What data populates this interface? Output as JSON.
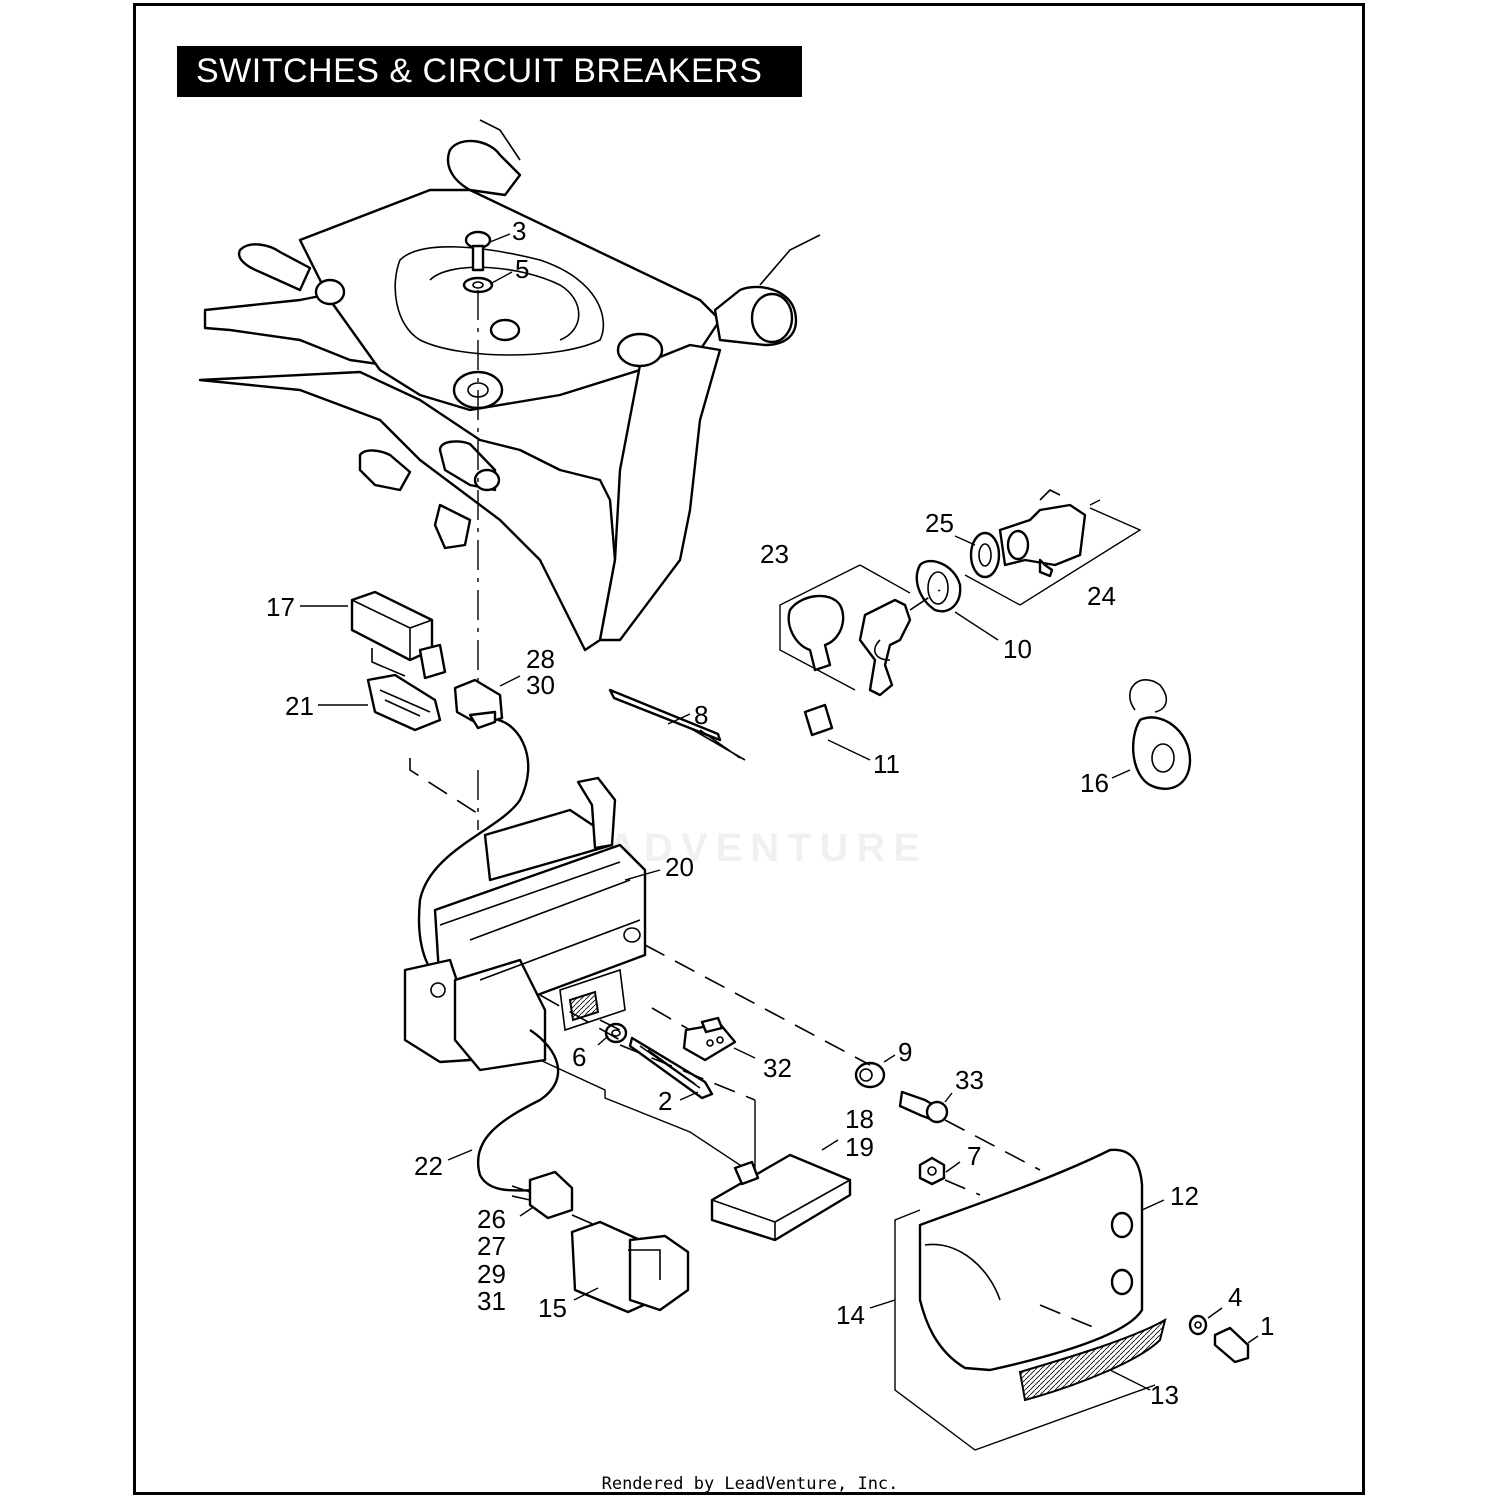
{
  "title": "SWITCHES & CIRCUIT BREAKERS",
  "footer": "Rendered by LeadVenture, Inc.",
  "watermark": "LEADVENTURE",
  "callouts": [
    "3",
    "5",
    "25",
    "23",
    "24",
    "17",
    "28",
    "30",
    "10",
    "21",
    "8",
    "11",
    "16",
    "20",
    "9",
    "6",
    "32",
    "33",
    "2",
    "18",
    "19",
    "7",
    "22",
    "12",
    "26",
    "27",
    "29",
    "31",
    "15",
    "4",
    "1",
    "14",
    "13"
  ]
}
